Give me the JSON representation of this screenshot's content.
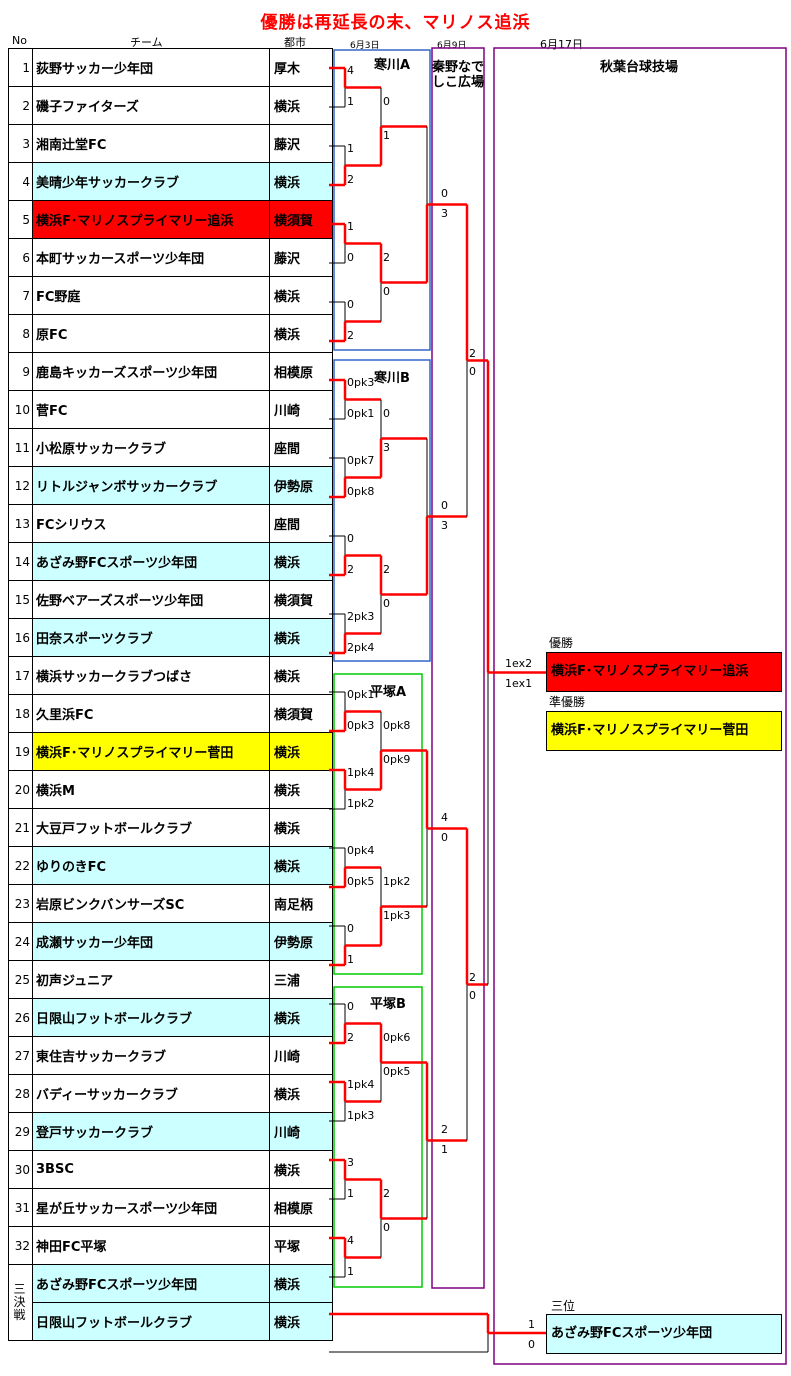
{
  "title": "優勝は再延長の末、マリノス追浜",
  "headers": {
    "no": "No",
    "team": "チーム",
    "city": "都市",
    "date1": "6月3日",
    "date2": "6月9日",
    "date3": "6月17日"
  },
  "teams": [
    {
      "no": "1",
      "name": "荻野サッカー少年団",
      "city": "厚木",
      "bg": ""
    },
    {
      "no": "2",
      "name": "磯子ファイターズ",
      "city": "横浜",
      "bg": ""
    },
    {
      "no": "3",
      "name": "湘南辻堂FC",
      "city": "藤沢",
      "bg": ""
    },
    {
      "no": "4",
      "name": "美晴少年サッカークラブ",
      "city": "横浜",
      "bg": "cyan"
    },
    {
      "no": "5",
      "name": "横浜F･マリノスプライマリー追浜",
      "city": "横須賀",
      "bg": "red"
    },
    {
      "no": "6",
      "name": "本町サッカースポーツ少年団",
      "city": "藤沢",
      "bg": ""
    },
    {
      "no": "7",
      "name": "FC野庭",
      "city": "横浜",
      "bg": ""
    },
    {
      "no": "8",
      "name": "原FC",
      "city": "横浜",
      "bg": ""
    },
    {
      "no": "9",
      "name": "鹿島キッカーズスポーツ少年団",
      "city": "相模原",
      "bg": ""
    },
    {
      "no": "10",
      "name": "菅FC",
      "city": "川崎",
      "bg": ""
    },
    {
      "no": "11",
      "name": "小松原サッカークラブ",
      "city": "座間",
      "bg": ""
    },
    {
      "no": "12",
      "name": "リトルジャンボサッカークラブ",
      "city": "伊勢原",
      "bg": "cyan"
    },
    {
      "no": "13",
      "name": "FCシリウス",
      "city": "座間",
      "bg": ""
    },
    {
      "no": "14",
      "name": "あざみ野FCスポーツ少年団",
      "city": "横浜",
      "bg": "cyan"
    },
    {
      "no": "15",
      "name": "佐野ベアーズスポーツ少年団",
      "city": "横須賀",
      "bg": ""
    },
    {
      "no": "16",
      "name": "田奈スポーツクラブ",
      "city": "横浜",
      "bg": "cyan"
    },
    {
      "no": "17",
      "name": "横浜サッカークラブつばさ",
      "city": "横浜",
      "bg": ""
    },
    {
      "no": "18",
      "name": "久里浜FC",
      "city": "横須賀",
      "bg": ""
    },
    {
      "no": "19",
      "name": "横浜F･マリノスプライマリー菅田",
      "city": "横浜",
      "bg": "yellow"
    },
    {
      "no": "20",
      "name": "横浜M",
      "city": "横浜",
      "bg": ""
    },
    {
      "no": "21",
      "name": "大豆戸フットボールクラブ",
      "city": "横浜",
      "bg": ""
    },
    {
      "no": "22",
      "name": "ゆりのきFC",
      "city": "横浜",
      "bg": "cyan"
    },
    {
      "no": "23",
      "name": "岩原ビンクバンサーズSC",
      "city": "南足柄",
      "bg": ""
    },
    {
      "no": "24",
      "name": "成瀬サッカー少年団",
      "city": "伊勢原",
      "bg": "cyan"
    },
    {
      "no": "25",
      "name": "初声ジュニア",
      "city": "三浦",
      "bg": ""
    },
    {
      "no": "26",
      "name": "日限山フットボールクラブ",
      "city": "横浜",
      "bg": "cyan"
    },
    {
      "no": "27",
      "name": "東住吉サッカークラブ",
      "city": "川崎",
      "bg": ""
    },
    {
      "no": "28",
      "name": "バディーサッカークラブ",
      "city": "横浜",
      "bg": ""
    },
    {
      "no": "29",
      "name": "登戸サッカークラブ",
      "city": "川崎",
      "bg": "cyan"
    },
    {
      "no": "30",
      "name": "3BSC",
      "city": "横浜",
      "bg": ""
    },
    {
      "no": "31",
      "name": "星が丘サッカースポーツ少年団",
      "city": "相模原",
      "bg": ""
    },
    {
      "no": "32",
      "name": "神田FC平塚",
      "city": "平塚",
      "bg": ""
    }
  ],
  "third_place_match": {
    "label": "三決戦",
    "teams": [
      {
        "name": "あざみ野FCスポーツ少年団",
        "city": "横浜",
        "bg": "cyan"
      },
      {
        "name": "日限山フットボールクラブ",
        "city": "横浜",
        "bg": "cyan"
      }
    ],
    "scores": [
      "1",
      "0"
    ]
  },
  "venues": {
    "samukawa_a": "寒川A",
    "samukawa_b": "寒川B",
    "hiratsuka_a": "平塚A",
    "hiratsuka_b": "平塚B",
    "hadano": "秦野なでしこ広場",
    "akiba": "秋葉台球技場"
  },
  "r1_scores": [
    "4",
    "1",
    "1",
    "2",
    "1",
    "0",
    "0",
    "2",
    "0pk3",
    "0pk1",
    "0pk7",
    "0pk8",
    "0",
    "2",
    "2pk3",
    "2pk4",
    "0pk1",
    "0pk3",
    "1pk4",
    "1pk2",
    "0pk4",
    "0pk5",
    "0",
    "1",
    "0",
    "2",
    "1pk4",
    "1pk3",
    "3",
    "1",
    "4",
    "1"
  ],
  "r2_scores": [
    "0",
    "1",
    "2",
    "0",
    "0",
    "3",
    "2",
    "0",
    "0pk8",
    "0pk9",
    "1pk2",
    "1pk3",
    "0pk6",
    "0pk5",
    "2",
    "0"
  ],
  "qf_scores": [
    "0",
    "3",
    "0",
    "3",
    "4",
    "0",
    "2",
    "1"
  ],
  "sf_scores": [
    "2",
    "0",
    "2",
    "0"
  ],
  "final_scores": [
    "1ex2",
    "1ex1"
  ],
  "results": {
    "champion_label": "優勝",
    "champion": "横浜F･マリノスプライマリー追浜",
    "runnerup_label": "準優勝",
    "runnerup": "横浜F･マリノスプライマリー菅田",
    "third_label": "三位",
    "third": "あざみ野FCスポーツ少年団"
  },
  "colors": {
    "win_line": "#ff0000",
    "lose_line": "#000000",
    "samukawa": "#3366cc",
    "hiratsuka": "#00cc00",
    "outer": "#800080"
  }
}
